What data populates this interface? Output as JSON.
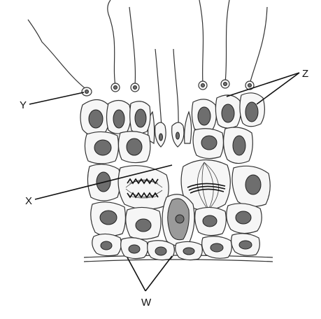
{
  "labels": {
    "y": "Y",
    "z": "Z",
    "x": "X",
    "w": "W"
  }
}
